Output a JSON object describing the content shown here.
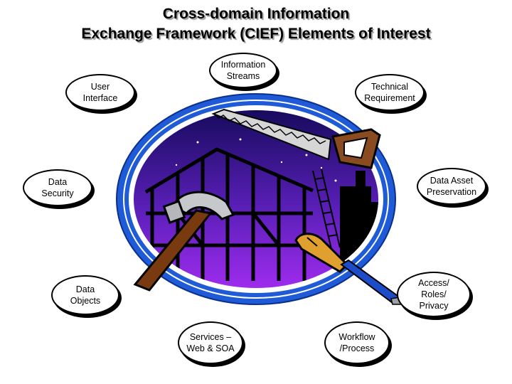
{
  "title": {
    "line1": "Cross-domain Information",
    "line2": "Exchange Framework (CIEF) Elements of Interest"
  },
  "nodes": [
    {
      "id": "information-streams",
      "label": "Information\nStreams"
    },
    {
      "id": "user-interface",
      "label": "User\nInterface"
    },
    {
      "id": "technical-requirement",
      "label": "Technical\nRequirement"
    },
    {
      "id": "data-security",
      "label": "Data\nSecurity"
    },
    {
      "id": "data-asset-preservation",
      "label": "Data Asset\nPreservation"
    },
    {
      "id": "data-objects",
      "label": "Data\nObjects"
    },
    {
      "id": "access-roles-privacy",
      "label": "Access/\nRoles/\nPrivacy"
    },
    {
      "id": "services-web-soa",
      "label": "Services –\nWeb & SOA"
    },
    {
      "id": "workflow-process",
      "label": "Workflow\n/Process"
    }
  ],
  "colors": {
    "ring": "#1f5bd6",
    "sky_top": "#140a5a",
    "sky_bottom": "#a12cf0",
    "saw_blade": "#d6d6d6",
    "saw_handle": "#8a4b20",
    "hammer_handle": "#7a3a10",
    "hammer_head": "#c6c8cc",
    "chisel_handle": "#e0a030",
    "chisel_blade": "#1c4cc8"
  }
}
